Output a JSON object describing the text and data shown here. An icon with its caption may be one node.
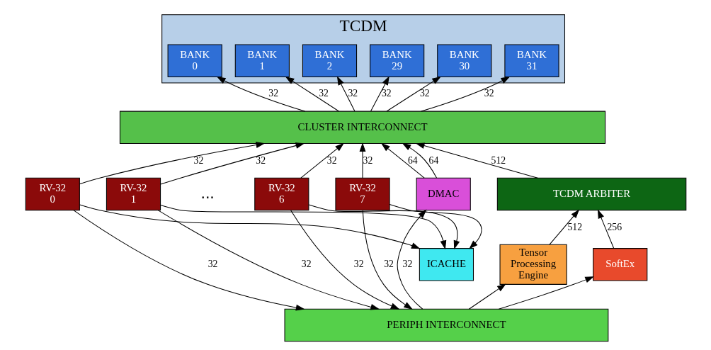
{
  "diagram": {
    "nodes": [
      {
        "text": [
          "TCDM"
        ]
      },
      {
        "text": [
          "BANK 0"
        ],
        "in": 0
      },
      {
        "text": [
          "BANK 1"
        ],
        "in": 0
      },
      {
        "text": [
          "BANK 2"
        ],
        "in": 0
      },
      {
        "text": [
          "BANK 29"
        ],
        "in": 0
      },
      {
        "text": [
          "BANK 30"
        ],
        "in": 0
      },
      {
        "text": [
          "BANK 31"
        ],
        "in": 0
      },
      {
        "text": [
          "CLUSTER INTERCONNECT"
        ]
      },
      {
        "text": [
          "RV-32 0"
        ]
      },
      {
        "text": [
          "RV-32 1"
        ]
      },
      {
        "text": [
          "RV-32 6"
        ]
      },
      {
        "text": [
          "RV-32 7"
        ]
      },
      {
        "text": [
          "DMAC"
        ]
      },
      {
        "text": [
          "ICACHE"
        ]
      },
      {
        "text": [
          "TCDM ARBITER"
        ]
      },
      {
        "text": [
          "Tensor Processing Engine"
        ]
      },
      {
        "text": [
          "SoftEx"
        ]
      },
      {
        "text": [
          "PERIPH INTERCONNECT"
        ]
      }
    ],
    "edges": [
      {
        "from": 7,
        "to": 1,
        "arrow": "to",
        "label": "32"
      },
      {
        "from": 7,
        "to": 2,
        "arrow": "to",
        "label": "32"
      },
      {
        "from": 7,
        "to": 3,
        "arrow": "to",
        "label": "32"
      },
      {
        "from": 7,
        "to": 4,
        "arrow": "to",
        "label": "32"
      },
      {
        "from": 7,
        "to": 5,
        "arrow": "to",
        "label": "32"
      },
      {
        "from": 7,
        "to": 6,
        "arrow": "to",
        "label": "32"
      },
      {
        "from": 8,
        "to": 7,
        "arrow": "to",
        "label": "32"
      },
      {
        "from": 9,
        "to": 7,
        "arrow": "to",
        "label": "32"
      },
      {
        "from": 10,
        "to": 7,
        "arrow": "to",
        "label": "32"
      },
      {
        "from": 11,
        "to": 7,
        "arrow": "to",
        "label": "32"
      },
      {
        "from": 12,
        "to": 7,
        "arrow": "to",
        "label": "64"
      },
      {
        "from": 12,
        "to": 7,
        "arrow": "to",
        "label": "64"
      },
      {
        "from": 14,
        "to": 7,
        "arrow": "to",
        "label": "512"
      },
      {
        "from": 15,
        "to": 14,
        "arrow": "to",
        "label": "512"
      },
      {
        "from": 16,
        "to": 14,
        "arrow": "to",
        "label": "256"
      },
      {
        "from": 8,
        "to": 13,
        "arrow": "to"
      },
      {
        "from": 9,
        "to": 13,
        "arrow": "to"
      },
      {
        "from": 10,
        "to": 13,
        "arrow": "to"
      },
      {
        "from": 11,
        "to": 13,
        "arrow": "to"
      },
      {
        "from": 8,
        "to": 17,
        "arrow": "to",
        "label": "32"
      },
      {
        "from": 9,
        "to": 17,
        "arrow": "to",
        "label": "32"
      },
      {
        "from": 10,
        "to": 17,
        "arrow": "to",
        "label": "32"
      },
      {
        "from": 11,
        "to": 17,
        "arrow": "to",
        "label": "32"
      },
      {
        "from": 17,
        "to": 12,
        "arrow": "to",
        "label": "32"
      },
      {
        "from": 17,
        "to": 15,
        "arrow": "to"
      },
      {
        "from": 17,
        "to": 16,
        "arrow": "to"
      }
    ],
    "labels": [
      "..."
    ]
  }
}
